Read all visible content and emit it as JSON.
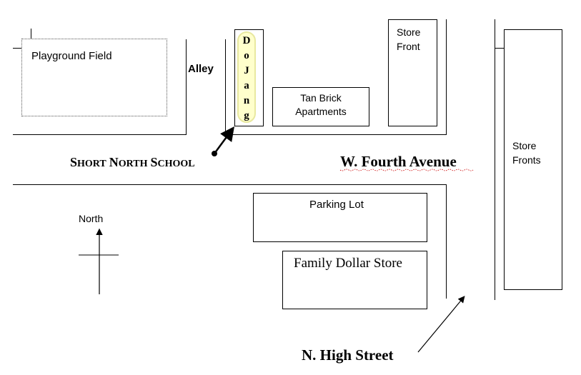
{
  "map": {
    "labels": {
      "playground": "Playground Field",
      "alley": "Alley",
      "dojang": [
        "D",
        "o",
        "J",
        "a",
        "n",
        "g"
      ],
      "tan_brick": [
        "Tan Brick",
        "Apartments"
      ],
      "store_front": [
        "Store",
        "Front"
      ],
      "store_fronts": [
        "Store",
        "Fronts"
      ],
      "school_prefix_s": "S",
      "school_hort": "HORT",
      "school_n": "N",
      "school_orth": "ORTH",
      "school_s2": "S",
      "school_chool": "CHOOL",
      "fourth_ave": "W. Fourth Avenue",
      "parking_lot": "Parking Lot",
      "family_dollar": "Family Dollar Store",
      "north": "North",
      "high_street": "N. High Street"
    },
    "colors": {
      "highlight": "#ffffcc",
      "highlight_outline": "#e8e8a0",
      "underline_wavy": "#cc0000"
    }
  }
}
